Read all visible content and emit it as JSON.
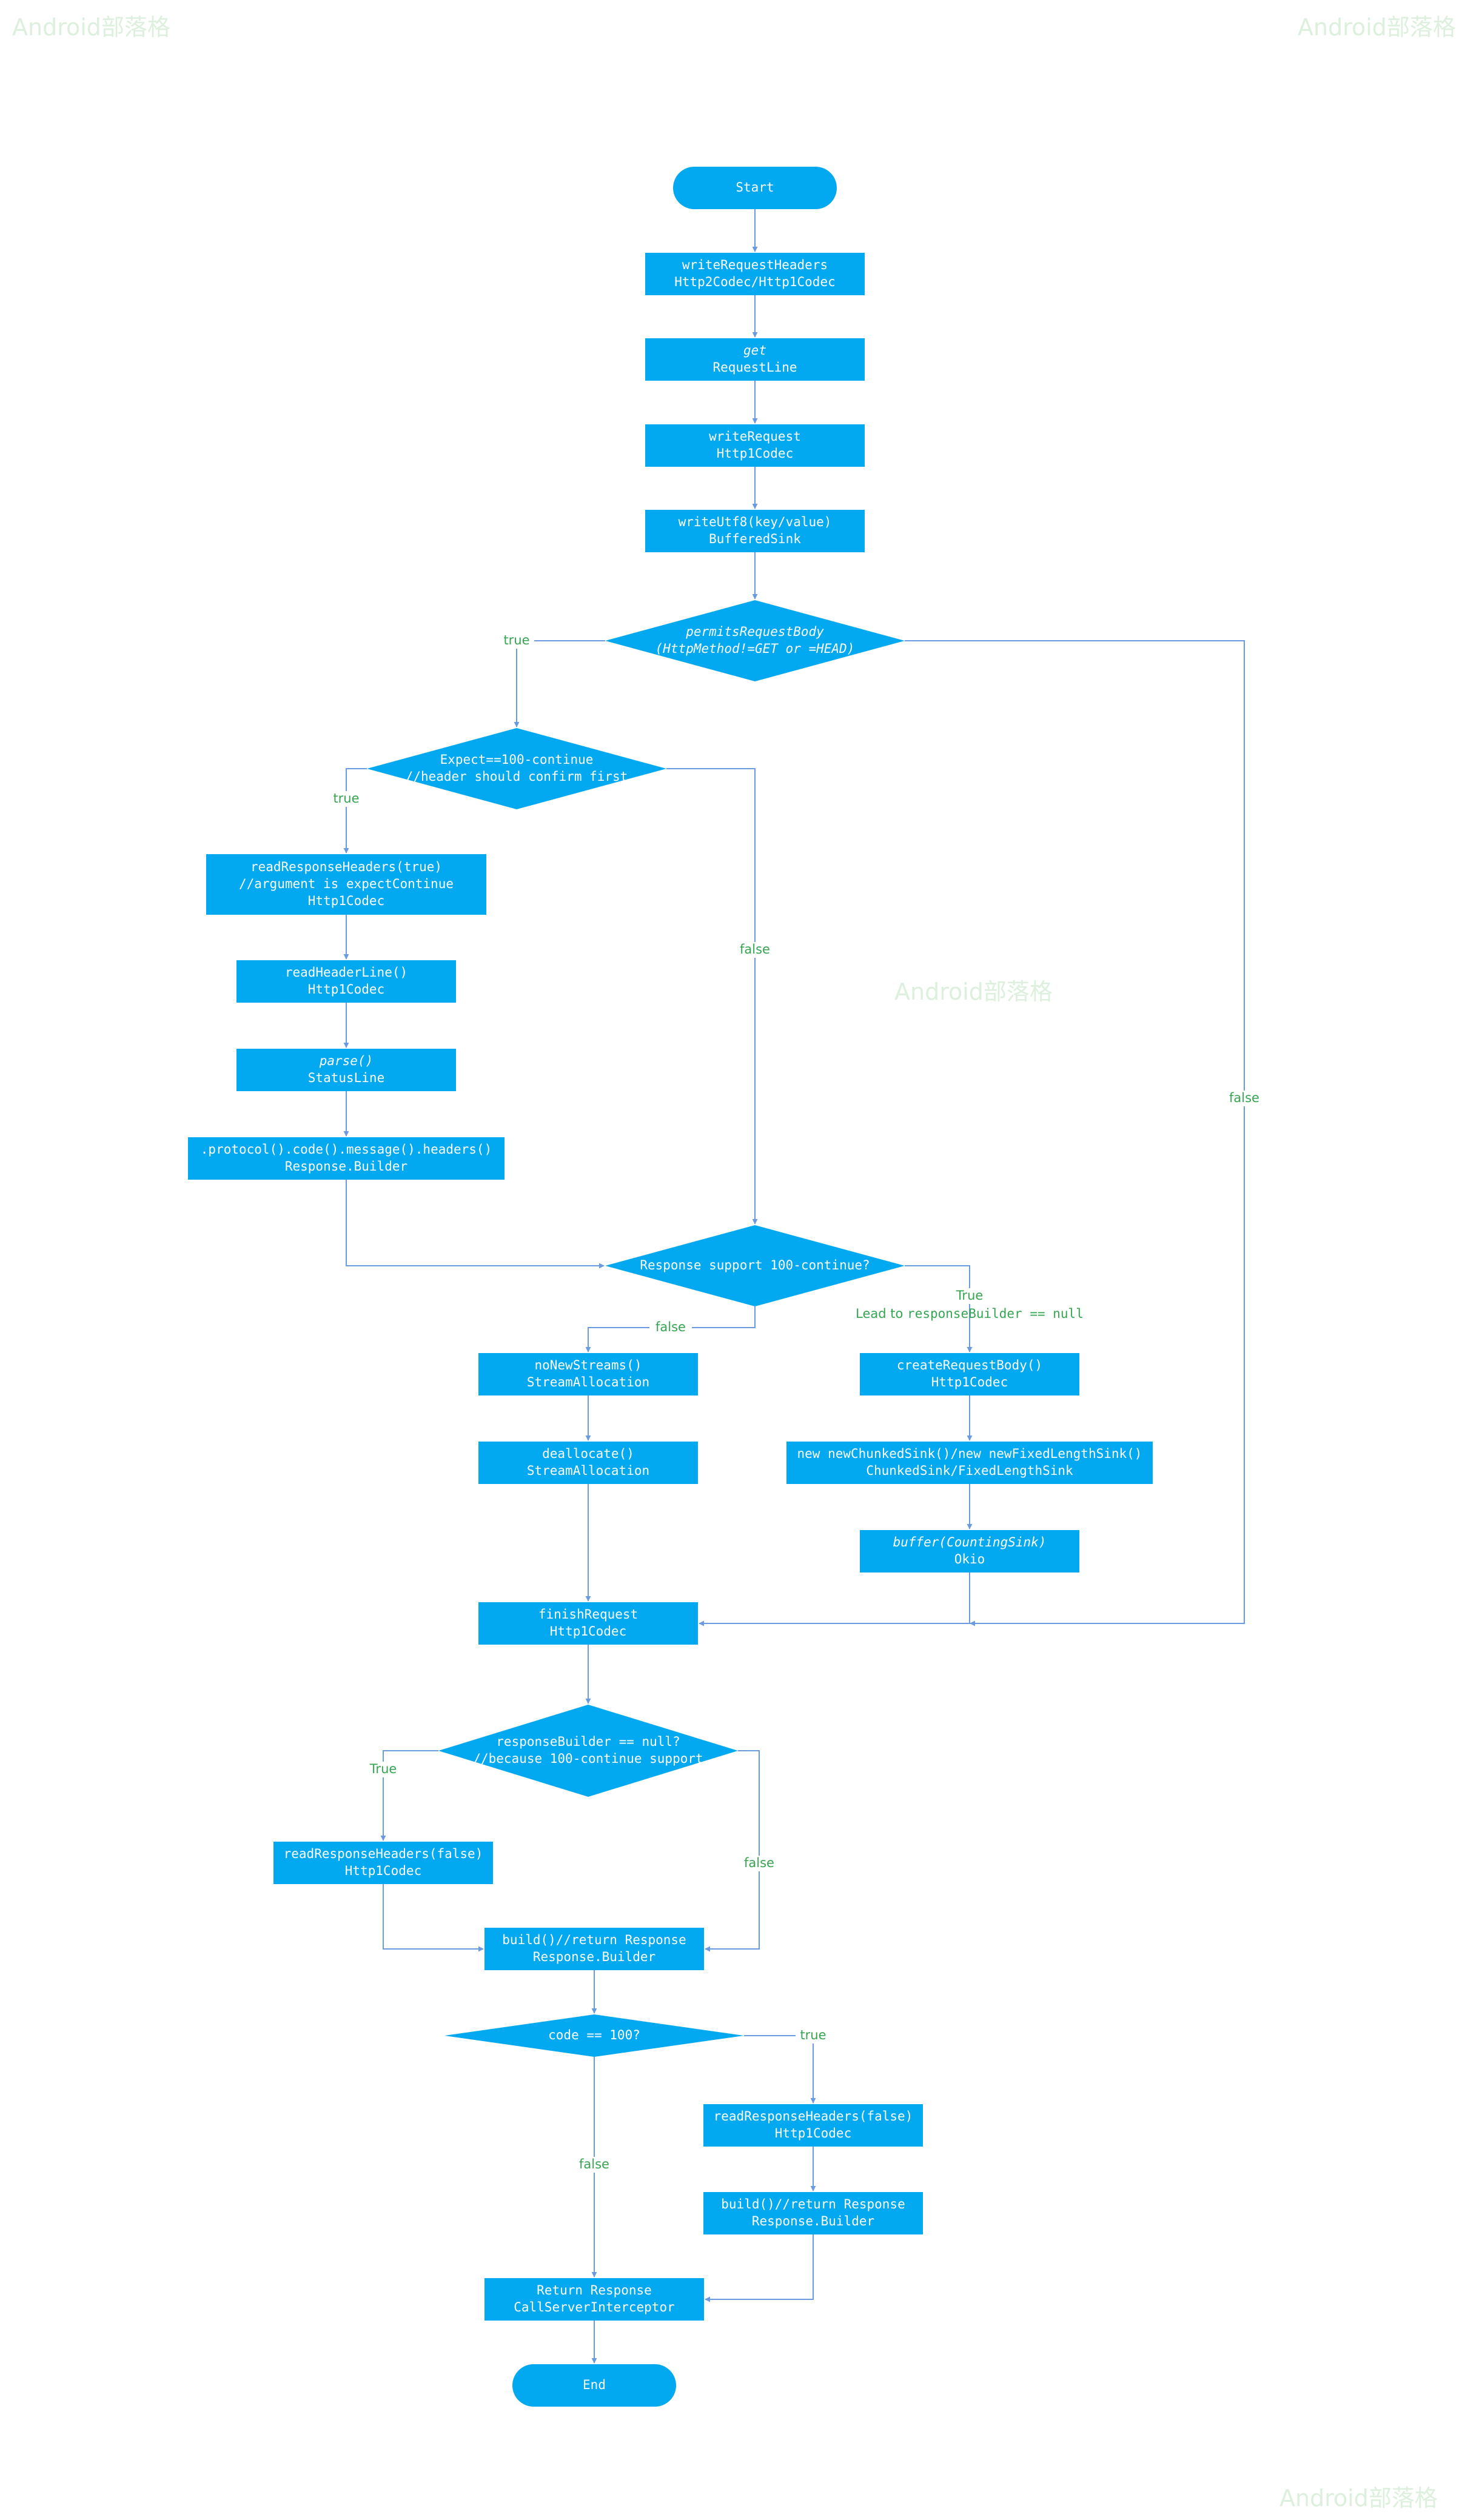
{
  "colors": {
    "shape_fill": "#02a9f0",
    "edge": "#6a9be0",
    "edge_label": "#35a550",
    "node_text": "#ffffff",
    "watermark": "#9bd29b"
  },
  "watermarks": {
    "top_left": "Android部落格",
    "top_right": "Android部落格",
    "middle": "Android部落格",
    "bottom_right": "Android部落格"
  },
  "nodes": {
    "start": [
      "Start"
    ],
    "write_request_headers": [
      "writeRequestHeaders",
      "Http2Codec/Http1Codec"
    ],
    "get_request_line": [
      "get",
      "RequestLine"
    ],
    "write_request": [
      "writeRequest",
      "Http1Codec"
    ],
    "write_utf8": [
      "writeUtf8(key/value)",
      "BufferedSink"
    ],
    "permits_request_body": [
      "permitsRequestBody",
      "(HttpMethod!=GET or =HEAD)"
    ],
    "expect_continue": [
      "Expect==100-continue",
      "//header should confirm first"
    ],
    "read_response_headers_true": [
      "readResponseHeaders(true)",
      "//argument is expectContinue",
      "Http1Codec"
    ],
    "read_header_line": [
      "readHeaderLine()",
      "Http1Codec"
    ],
    "parse_status_line": [
      "parse()",
      "StatusLine"
    ],
    "response_builder_chain": [
      ".protocol().code().message().headers()",
      "Response.Builder"
    ],
    "response_support_100": [
      "Response support 100-continue?"
    ],
    "no_new_streams": [
      "noNewStreams()",
      "StreamAllocation"
    ],
    "deallocate": [
      "deallocate()",
      "StreamAllocation"
    ],
    "create_request_body": [
      "createRequestBody()",
      "Http1Codec"
    ],
    "new_sink": [
      "new newChunkedSink()/new newFixedLengthSink()",
      "ChunkedSink/FixedLengthSink"
    ],
    "buffer_counting_sink": [
      "buffer(CountingSink)",
      "Okio"
    ],
    "finish_request": [
      "finishRequest",
      "Http1Codec"
    ],
    "response_builder_null": [
      "responseBuilder == null?",
      "//because 100-continue support"
    ],
    "read_response_headers_false_1": [
      "readResponseHeaders(false)",
      "Http1Codec"
    ],
    "build_return_1": [
      "build()//return Response",
      "Response.Builder"
    ],
    "code_100": [
      "code == 100?"
    ],
    "read_response_headers_false_2": [
      "readResponseHeaders(false)",
      "Http1Codec"
    ],
    "build_return_2": [
      "build()//return Response",
      "Response.Builder"
    ],
    "return_response": [
      "Return Response",
      "CallServerInterceptor"
    ],
    "end": [
      "End"
    ]
  },
  "edge_labels": {
    "permits_true": "true",
    "permits_false": "false",
    "expect_true": "true",
    "expect_false": "false",
    "support_false": "false",
    "support_true": "True",
    "support_true_note_prefix": "Lead to ",
    "support_true_note_code": "responseBuilder == null",
    "builder_null_true": "True",
    "builder_null_false": "false",
    "code_true": "true",
    "code_false": "false"
  }
}
